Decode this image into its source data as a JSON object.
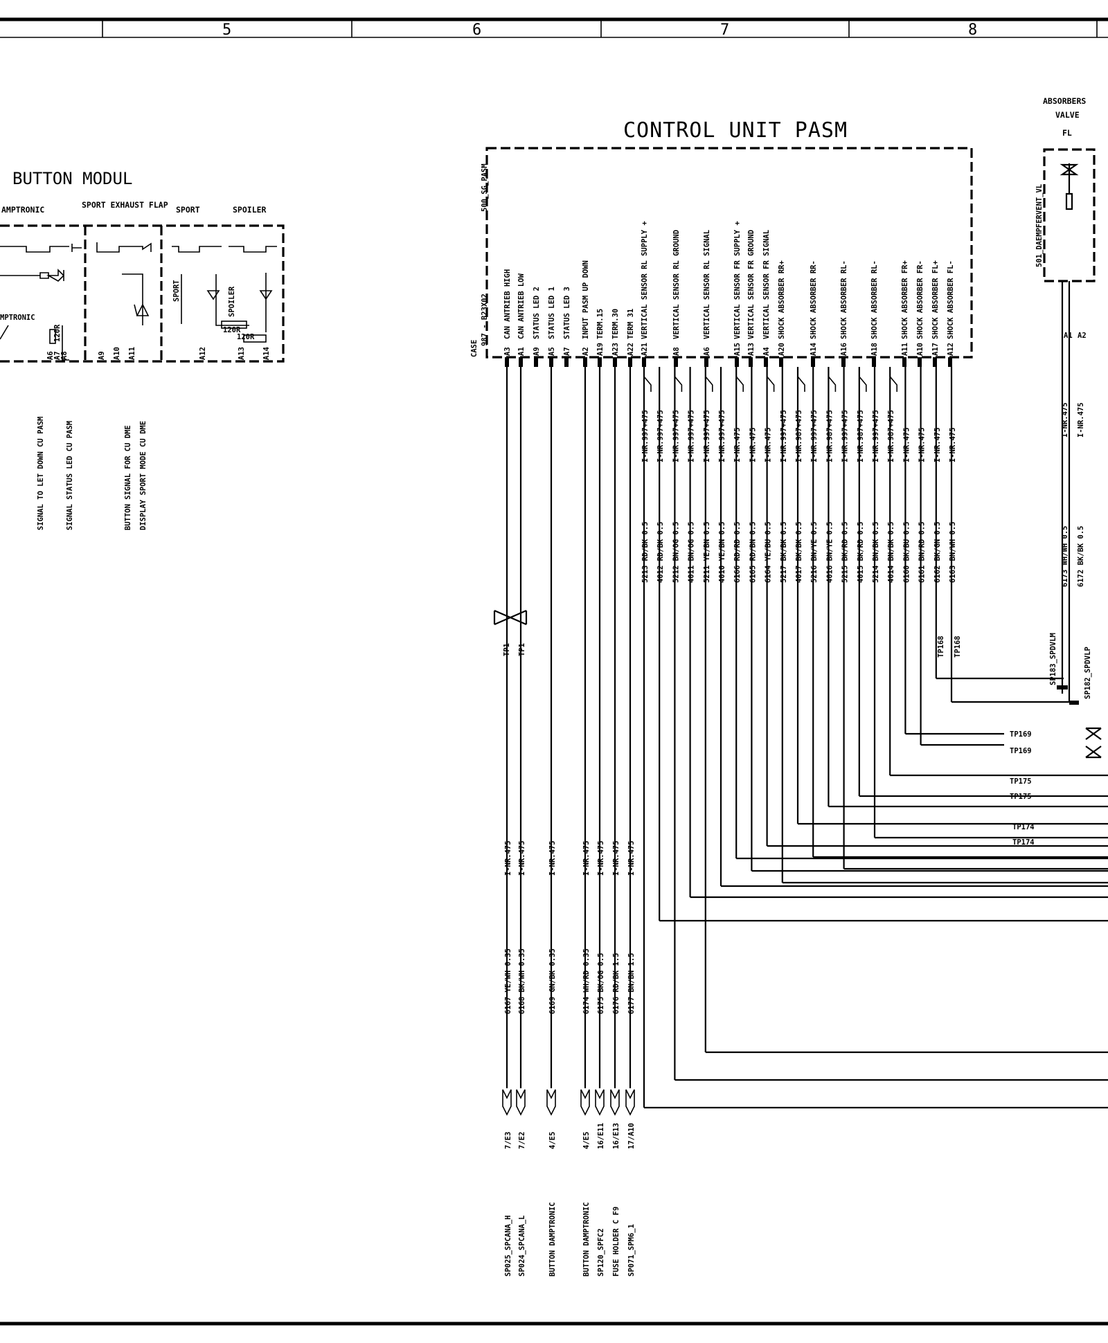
{
  "zones": [
    "5",
    "6",
    "7",
    "8"
  ],
  "control_unit": {
    "title": "CONTROL UNIT PASM",
    "code": "500_SG_PASM",
    "connector": "987 - B23X02",
    "case_label": "CASE",
    "pins": [
      {
        "pin": "A3",
        "name": "CAN ANTRIEB HIGH"
      },
      {
        "pin": "A1",
        "name": "CAN ANTRIEB LOW"
      },
      {
        "pin": "A9",
        "name": "STATUS LED 2"
      },
      {
        "pin": "A5",
        "name": "STATUS LED 1"
      },
      {
        "pin": "A7",
        "name": "STATUS LED 3"
      },
      {
        "pin": "A2",
        "name": "INPUT PASM UP DOWN"
      },
      {
        "pin": "A19",
        "name": "TERM.15"
      },
      {
        "pin": "A23",
        "name": "TERM.30"
      },
      {
        "pin": "A22",
        "name": "TERM 31"
      },
      {
        "pin": "A21",
        "name": "VERTICAL SENSOR RL SUPPLY +"
      },
      {
        "pin": "A8",
        "name": "VERTICAL SENSOR RL GROUND"
      },
      {
        "pin": "A6",
        "name": "VERTICAL SENSOR RL SIGNAL"
      },
      {
        "pin": "A15",
        "name": "VERTICAL SENSOR FR SUPPLY +"
      },
      {
        "pin": "A13",
        "name": "VERTICAL SENSOR FR GROUND"
      },
      {
        "pin": "A4",
        "name": "VERTICAL SENSOR FR SIGNAL"
      },
      {
        "pin": "A20",
        "name": "SHOCK ABSORBER RR+"
      },
      {
        "pin": "A14",
        "name": "SHOCK ABSORBER RR-"
      },
      {
        "pin": "A16",
        "name": "SHOCK ABSORBER RL-"
      },
      {
        "pin": "A18",
        "name": "SHOCK ABSORBER RL-"
      },
      {
        "pin": "A11",
        "name": "SHOCK ABSORBER FR+"
      },
      {
        "pin": "A10",
        "name": "SHOCK ABSORBER FR-"
      },
      {
        "pin": "A17",
        "name": "SHOCK ABSORBER FL+"
      },
      {
        "pin": "A12",
        "name": "SHOCK ABSORBER FL-"
      }
    ]
  },
  "upper_wires": [
    "5213 RD/BK 0.5",
    "4012 RD/BK 0.5",
    "5212 BN/OG 0.5",
    "4011 BN/OG 0.5",
    "5211 YE/BN 0.5",
    "4010 YE/BN 0.5",
    "6166 RD/RD 0.5",
    "6165 RD/BN 0.5",
    "6164 YE/BU 0.5",
    "5217 BK/BK 0.5",
    "4017 BK/BK 0.5",
    "5216 BN/YE 0.5",
    "4016 BN/YE 0.5",
    "5215 BK/RD 0.5",
    "4015 BK/RD 0.5",
    "5214 BN/BK 0.5",
    "4014 BN/BK 0.5",
    "6160 BK/BU 0.5",
    "6161 BN/RD 0.5",
    "6162 BK/GN 0.5",
    "6163 BN/WH 0.5"
  ],
  "upper_inr": [
    "I-NR.997+475",
    "I-NR.997+475",
    "I-NR.997+475",
    "I-NR.997+475",
    "I-NR.997+475",
    "I-NR.997+475",
    "I-NR.475",
    "I-NR.475",
    "I-NR.475",
    "I-NR.997+475",
    "I-NR.987+475",
    "I-NR.997+475",
    "I-NR.987+475",
    "I-NR.997+475",
    "I-NR.987+475",
    "I-NR.997+475",
    "I-NR.987+475",
    "I-NR.475",
    "I-NR.475",
    "I-NR.475",
    "I-NR.475"
  ],
  "lower_wires": [
    {
      "wire": "6167 YE/WH 0.35",
      "inr": "I-NR.475",
      "ref": "7/E3",
      "dest": "SP025_SPCANA_H"
    },
    {
      "wire": "6168 BK/WH 0.35",
      "inr": "I-NR.475",
      "ref": "7/E2",
      "dest": "SP024_SPCANA_L"
    },
    {
      "wire": "6169 GN/BK 0.35",
      "inr": "I-NR.475",
      "ref": "4/E5",
      "dest": "BUTTON DAMPTRONIC"
    },
    {
      "wire": "6174 WH/RD 0.35",
      "inr": "I-NR.475",
      "ref": "4/E5",
      "dest": "BUTTON DAMPTRONIC"
    },
    {
      "wire": "6175 BK/OG 0.5",
      "inr": "I-NR.475",
      "ref": "16/E11",
      "dest": "SP120_SPFC2"
    },
    {
      "wire": "6176 RD/BK 1.5",
      "inr": "I-NR.475",
      "ref": "16/E13",
      "dest": "FUSE HOLDER C F9"
    },
    {
      "wire": "6177 BN/BN 1.5",
      "inr": "I-NR.475",
      "ref": "17/A10",
      "dest": "SP071_SPM6_1"
    }
  ],
  "twisted_pairs": [
    {
      "label": "TP1"
    },
    {
      "label": "TP1"
    },
    {
      "label": "TP168"
    },
    {
      "label": "TP168"
    },
    {
      "label": "TP169"
    },
    {
      "label": "TP169"
    },
    {
      "label": "TP175"
    },
    {
      "label": "TP175"
    },
    {
      "label": "TP174"
    },
    {
      "label": "TP174"
    }
  ],
  "button_modul": {
    "title": "BUTTON MODUL",
    "sections": [
      "AMPTRONIC",
      "SPORT EXHAUST FLAP",
      "SPORT",
      "SPOILER"
    ],
    "inner_labels": [
      "MPTRONIC",
      "SPORT",
      "SPOILER",
      "120R",
      "120R",
      "120R"
    ],
    "pins": [
      "A6",
      "A7",
      "A8",
      "A9",
      "A10",
      "A11",
      "A12",
      "A13",
      "A14"
    ],
    "signals": [
      "SIGNAL TO LET DOWN CU PASM",
      "SIGNAL STATUS LED CU PASM",
      "BUTTON SIGNAL FOR CU DME",
      "DISPLAY SPORT MODE CU DME"
    ]
  },
  "absorber_valve": {
    "title_lines": [
      "ABSORBERS",
      "VALVE",
      "FL"
    ],
    "code": "501_DAEMPFERVENT_VL",
    "pins": [
      "A1",
      "A2"
    ],
    "wires": [
      "6173 WH/WH 0.5",
      "6172 BK/BK 0.5"
    ],
    "inr": [
      "I-NR.475",
      "I-NR.475"
    ],
    "splices": [
      "SP183_SPDVLM",
      "SP182_SPDVLP"
    ]
  }
}
